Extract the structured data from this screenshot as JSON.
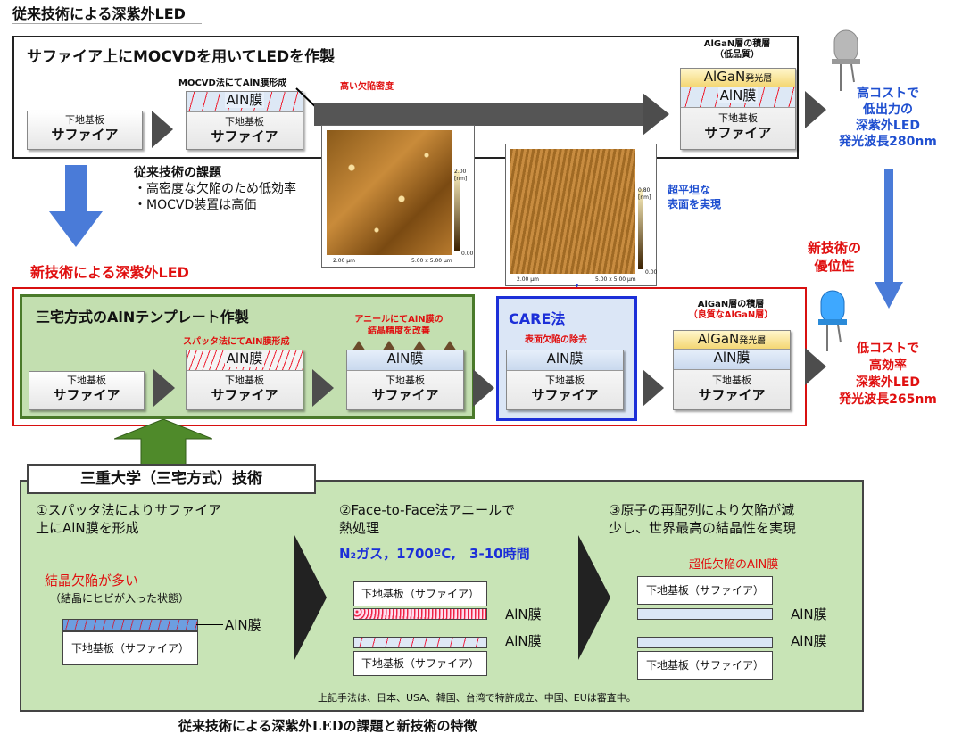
{
  "header_title": "従来技術による深紫外LED",
  "top": {
    "title": "サファイア上にMOCVDを用いてLEDを作製",
    "substrate_l1": "下地基板",
    "substrate_l2": "サファイア",
    "mocvd_caption": "MOCVD法にてAlN膜形成",
    "defect_note": "高い欠陥密度",
    "aln_label": "AlN膜",
    "algan_caption1": "AlGaN層の積層",
    "algan_caption2": "（低品質）",
    "algan_label": "AlGaN",
    "algan_small": "発光層",
    "result": [
      "高コストで",
      "低出力の",
      "深紫外LED",
      "発光波長280nm"
    ]
  },
  "problems": {
    "title": "従来技術の課題",
    "items": [
      "・高密度な欠陥のため低効率",
      "・MOCVD装置は高価"
    ]
  },
  "afm1": {
    "scale_left": "2.00 μm",
    "scale_right": "5.00 x 5.00 μm",
    "bar_top": "2.00",
    "bar_unit": "[nm]",
    "bar_bottom": "0.00"
  },
  "afm2": {
    "scale_left": "2.00 μm",
    "scale_right": "5.00 x 5.00 μm",
    "bar_top": "0.80",
    "bar_unit": "[nm]",
    "bar_bottom": "0.00"
  },
  "flat_note": [
    "超平坦な",
    "表面を実現"
  ],
  "new_header": "新技術による深紫外LED",
  "advantage": [
    "新技術の",
    "優位性"
  ],
  "mid": {
    "green_title": "三宅方式のAlNテンプレート作製",
    "sputter_caption": "スパッタ法にてAlN膜形成",
    "anneal_caption1": "アニールにてAlN膜の",
    "anneal_caption2": "結晶精度を改善",
    "care_title": "CARE法",
    "care_caption": "表面欠陥の除去",
    "algan_caption1": "AlGaN層の積層",
    "algan_caption2": "（良質なAlGaN層）",
    "result": [
      "低コストで",
      "高効率",
      "深紫外LED",
      "発光波長265nm"
    ]
  },
  "bottom": {
    "tab": "三重大学（三宅方式）技術",
    "step1": [
      "①スパッタ法によりサファイア",
      "上にAlN膜を形成"
    ],
    "step1_red": "結晶欠陥が多い",
    "step1_note": "（結晶にヒビが入った状態）",
    "step2": [
      "②Face-to-Face法アニールで",
      "熱処理"
    ],
    "step2_cond": "N₂ガス，1700ºC,　3-10時間",
    "step3": [
      "③原子の再配列により欠陥が減",
      "少し、世界最高の結晶性を実現"
    ],
    "step3_red": "超低欠陥のAlN膜",
    "wafer_label": "下地基板（サファイア）",
    "aln_label": "AlN膜",
    "patent": "上記手法は、日本、USA、韓国、台湾で特許成立、中国、EUは審査中。"
  },
  "caption": "従来技術による深紫外LEDの課題と新技術の特徴"
}
